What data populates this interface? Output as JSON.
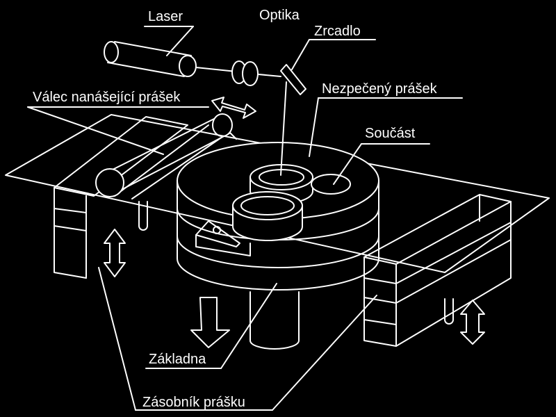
{
  "labels": {
    "laser": "Laser",
    "optika": "Optika",
    "zrcadlo": "Zrcadlo",
    "valec": "Válec nanášející prášek",
    "nezpeceny": "Nezpečený prášek",
    "soucast": "Součást",
    "zakladna": "Základna",
    "zasobnik": "Zásobník prášku"
  },
  "colors": {
    "background": "#000000",
    "line": "#ffffff"
  }
}
